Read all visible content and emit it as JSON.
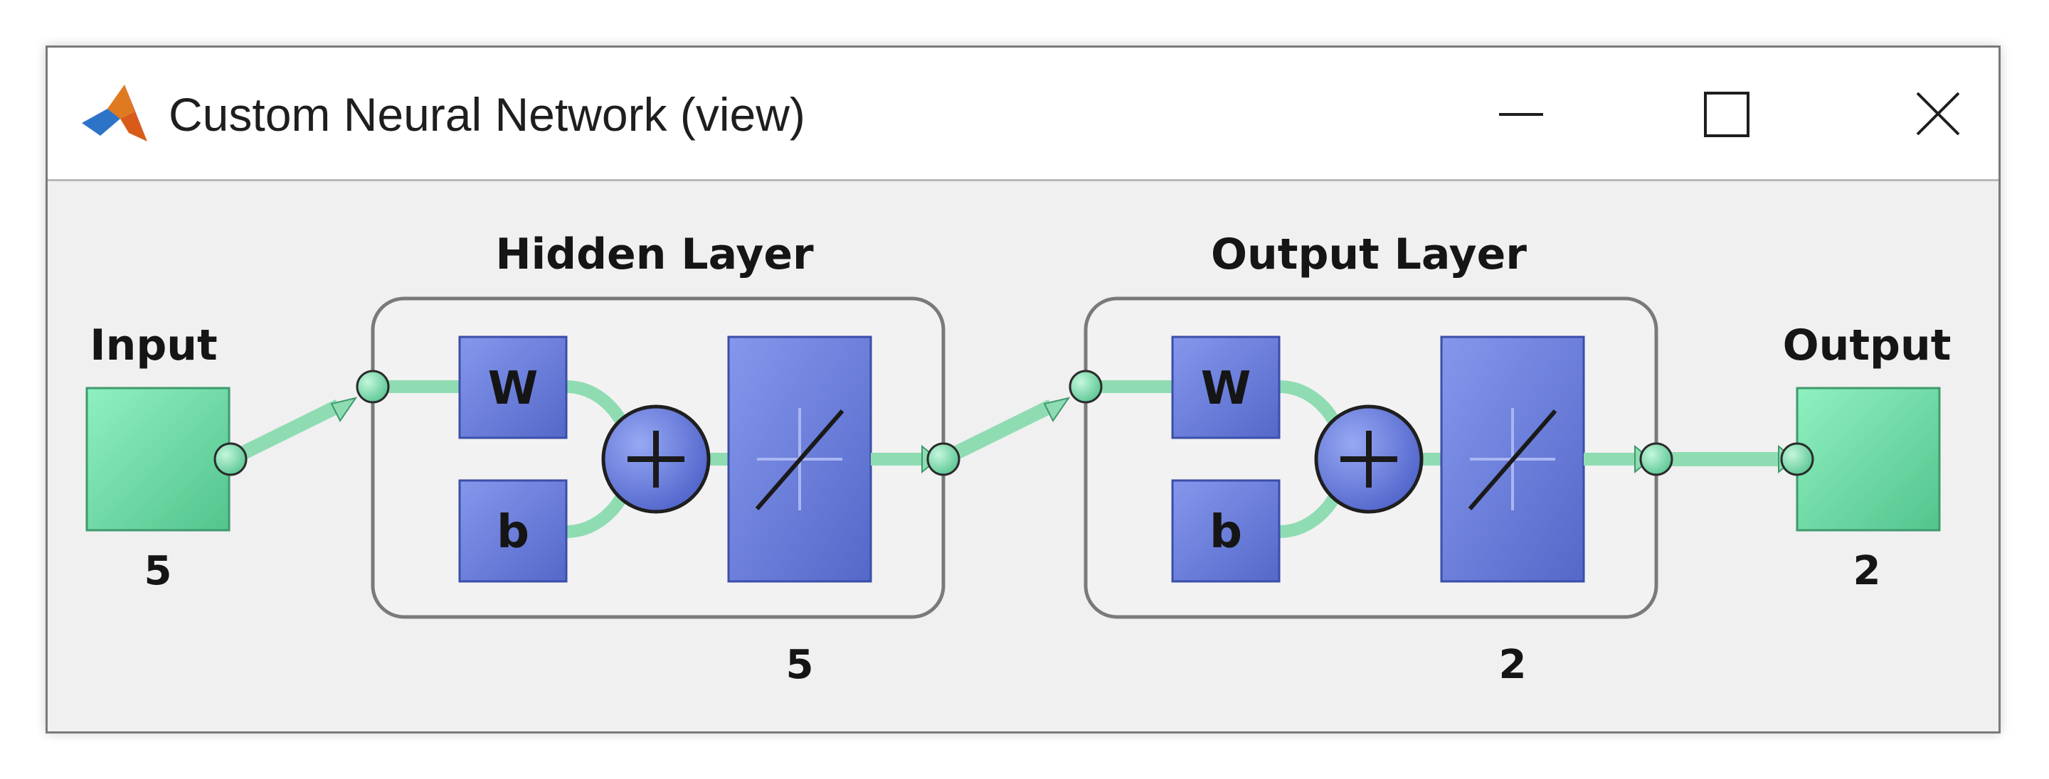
{
  "window": {
    "title": "Custom Neural Network (view)",
    "controls": {
      "minimize": "minimize-icon",
      "maximize": "maximize-icon",
      "close": "close-icon"
    }
  },
  "diagram": {
    "input": {
      "label": "Input",
      "size": "5"
    },
    "hidden_layer": {
      "title": "Hidden Layer",
      "weight": "W",
      "bias": "b",
      "size": "5",
      "transfer": "linear-transfer-icon"
    },
    "output_layer": {
      "title": "Output Layer",
      "weight": "W",
      "bias": "b",
      "size": "2",
      "transfer": "linear-transfer-icon"
    },
    "output": {
      "label": "Output",
      "size": "2"
    }
  },
  "colors": {
    "io_block": "#6fd9a5",
    "weight_block": "#6b80d9",
    "connection": "#8fdcb3",
    "window_bg": "#f0f0f0"
  }
}
